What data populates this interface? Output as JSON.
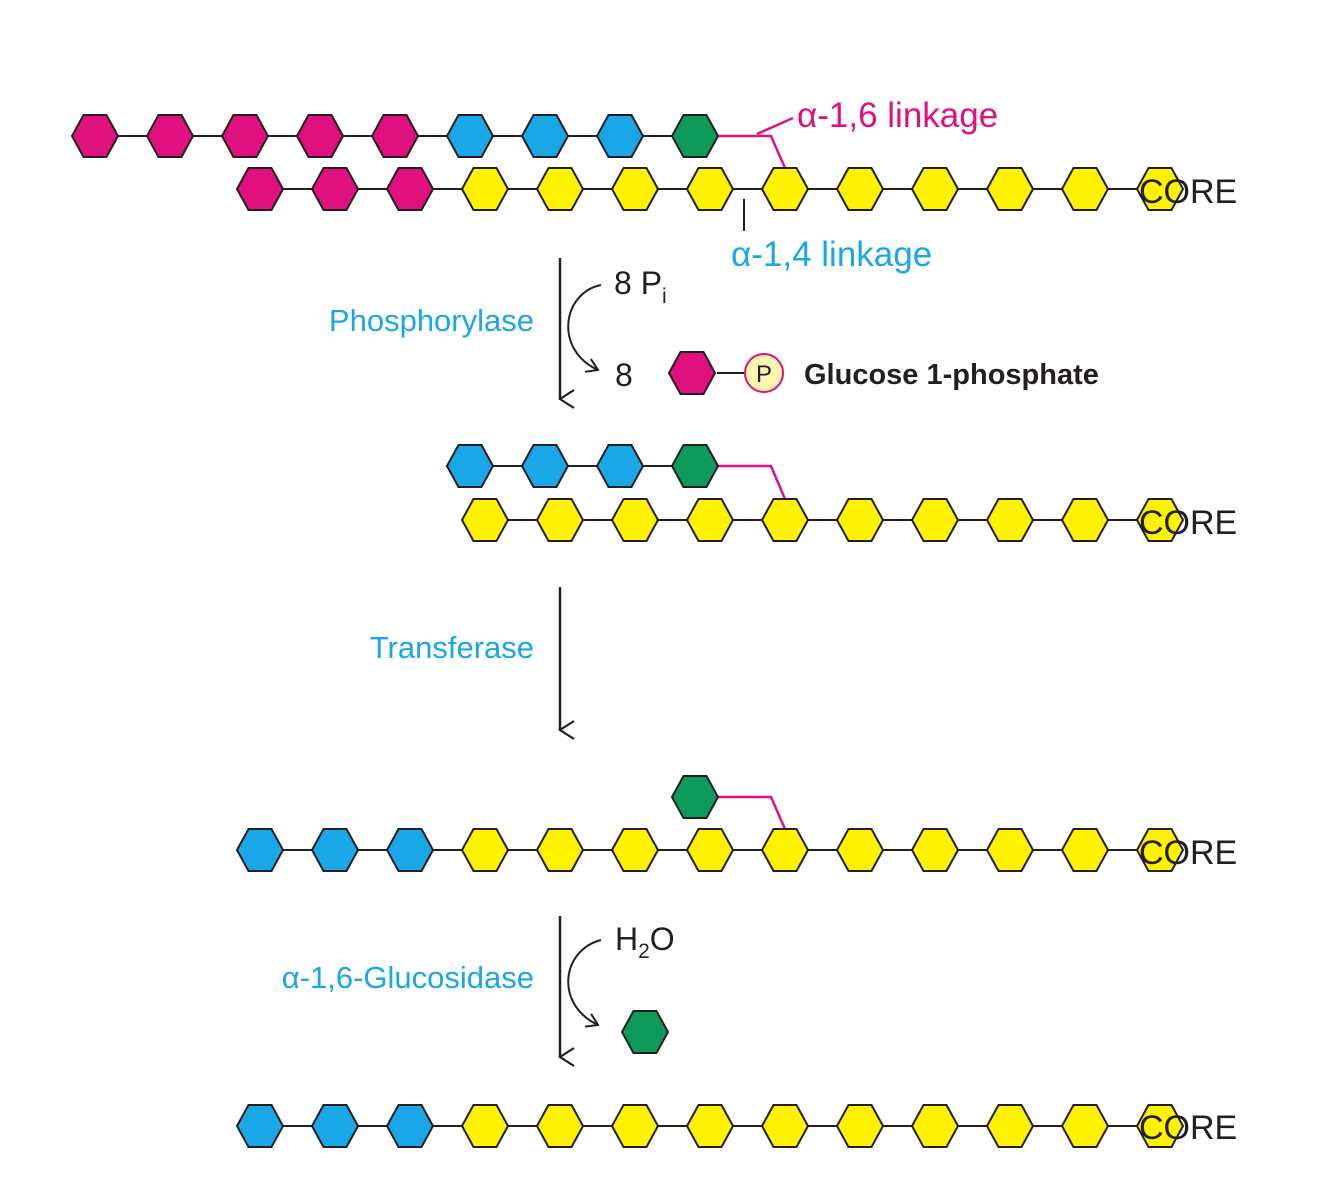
{
  "colors": {
    "magenta": "#e0107f",
    "cyan": "#1aa7e8",
    "green": "#0e9a5a",
    "yellow": "#fff200",
    "outline": "#231f20",
    "enzyme_text": "#1aa7e8",
    "a16_label": "#e0107f",
    "a14_label": "#1aa7e8",
    "phosphate_fill": "#fff7b0"
  },
  "labels": {
    "core": "CORE",
    "alpha16_linkage": "α-1,6 linkage",
    "alpha14_linkage": "α-1,4 linkage"
  },
  "steps": {
    "phosphorylase": {
      "enzyme": "Phosphorylase",
      "reactant_count": "8",
      "reactant_symbol": "P",
      "reactant_subscript": "i",
      "product_count": "8",
      "product_phosphate": "P",
      "product_name": "Glucose 1-phosphate"
    },
    "transferase": {
      "enzyme": "Transferase"
    },
    "glucosidase": {
      "enzyme": "α-1,6-Glucosidase",
      "reactant_h": "H",
      "reactant_subscript": "2",
      "reactant_o": "O"
    }
  },
  "structures": [
    {
      "name": "stage-1",
      "main_chain": [
        "magenta",
        "magenta",
        "magenta",
        "yellow",
        "yellow",
        "yellow",
        "yellow",
        "yellow",
        "yellow",
        "yellow",
        "yellow",
        "yellow",
        "yellow"
      ],
      "branch": [
        "magenta",
        "magenta",
        "magenta",
        "magenta",
        "magenta",
        "cyan",
        "cyan",
        "cyan",
        "green"
      ]
    },
    {
      "name": "stage-2",
      "main_chain": [
        "yellow",
        "yellow",
        "yellow",
        "yellow",
        "yellow",
        "yellow",
        "yellow",
        "yellow",
        "yellow",
        "yellow"
      ],
      "branch": [
        "cyan",
        "cyan",
        "cyan",
        "green"
      ]
    },
    {
      "name": "stage-3",
      "main_chain": [
        "cyan",
        "cyan",
        "cyan",
        "yellow",
        "yellow",
        "yellow",
        "yellow",
        "yellow",
        "yellow",
        "yellow",
        "yellow",
        "yellow",
        "yellow"
      ],
      "branch": [
        "green"
      ]
    },
    {
      "name": "stage-4",
      "main_chain": [
        "cyan",
        "cyan",
        "cyan",
        "yellow",
        "yellow",
        "yellow",
        "yellow",
        "yellow",
        "yellow",
        "yellow",
        "yellow",
        "yellow",
        "yellow"
      ],
      "branch": []
    }
  ]
}
